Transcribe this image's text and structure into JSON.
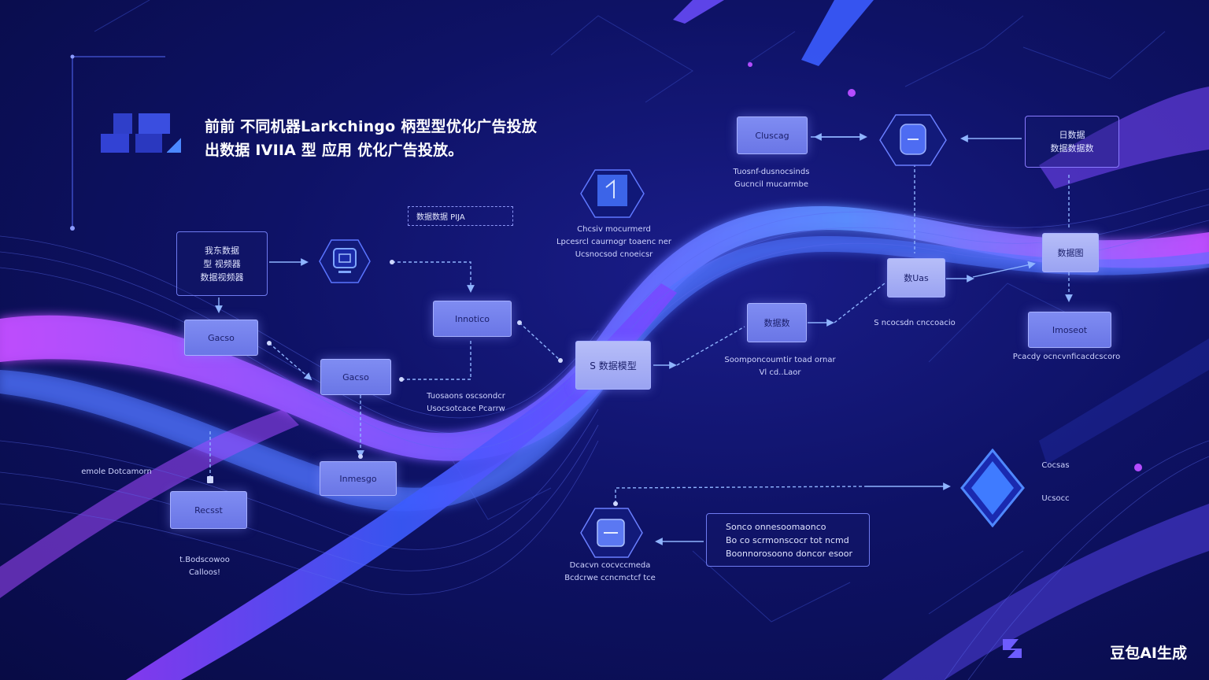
{
  "title": {
    "line1": "前前 不同机器Larkchingo 柄型型优化广告投放",
    "line2": "出数据 IVIIA 型 应用 优化广告投放。"
  },
  "nodes": {
    "box_top_left": [
      "我东数据",
      "型 视频器",
      "数据视频器"
    ],
    "n_left_upper": "Gacso",
    "n_mid_left": "Gacso",
    "n_lower_left": "Recsst",
    "n_lower_mid": "Inmesgo",
    "n_center_top": "Innotico",
    "n_center": "S 数据模型",
    "n_right_mid1": "数据数",
    "n_right_mid2": "数Uas",
    "n_right_top_left": "Cluscag",
    "n_right_far": "数据图",
    "n_right_lower": "Imoseot",
    "box_right_top": [
      "日数据",
      "数据数据数"
    ],
    "dashed_top": "数据数据 PIJA"
  },
  "captions": {
    "c1": [
      "Chcsiv mocurmerd",
      "Lpcesrcl caurnogr toaenc ner",
      "Ucsnocsod cnoeicsr"
    ],
    "c2": [
      "Tuosnf-dusnocsinds",
      "Gucncil mucarmbe"
    ],
    "c3": [
      "Tuosaons oscsondcr",
      "Usocsotcace Pcarrw"
    ],
    "c4": [
      "Soomponcoumtir toad ornar",
      "Vl cd..Laor"
    ],
    "c5": [
      "S ncocsdn cnccoacio"
    ],
    "c6": [
      "Pcacdy ocncvnficacdcscoro"
    ],
    "c7": [
      "emole Dotcamorn"
    ],
    "c8": [
      "t.Bodscowoo",
      "Calloos!"
    ],
    "c9": [
      "Dcacvn cocvccmeda",
      "Bcdcrwe ccncmctcf tce"
    ],
    "c10": [
      "Cocsas",
      "Ucsocc"
    ],
    "c11": [
      "Sonco onnesoomaonco",
      "Bo co scrmonscocr tot ncmd",
      "Boonnorosoono doncor esoor"
    ]
  },
  "watermark": "豆包AI生成",
  "colors": {
    "background": "#0e1266",
    "node": "#7f8cf2",
    "accent_purple": "#b44cff",
    "accent_blue": "#3d7cff"
  }
}
